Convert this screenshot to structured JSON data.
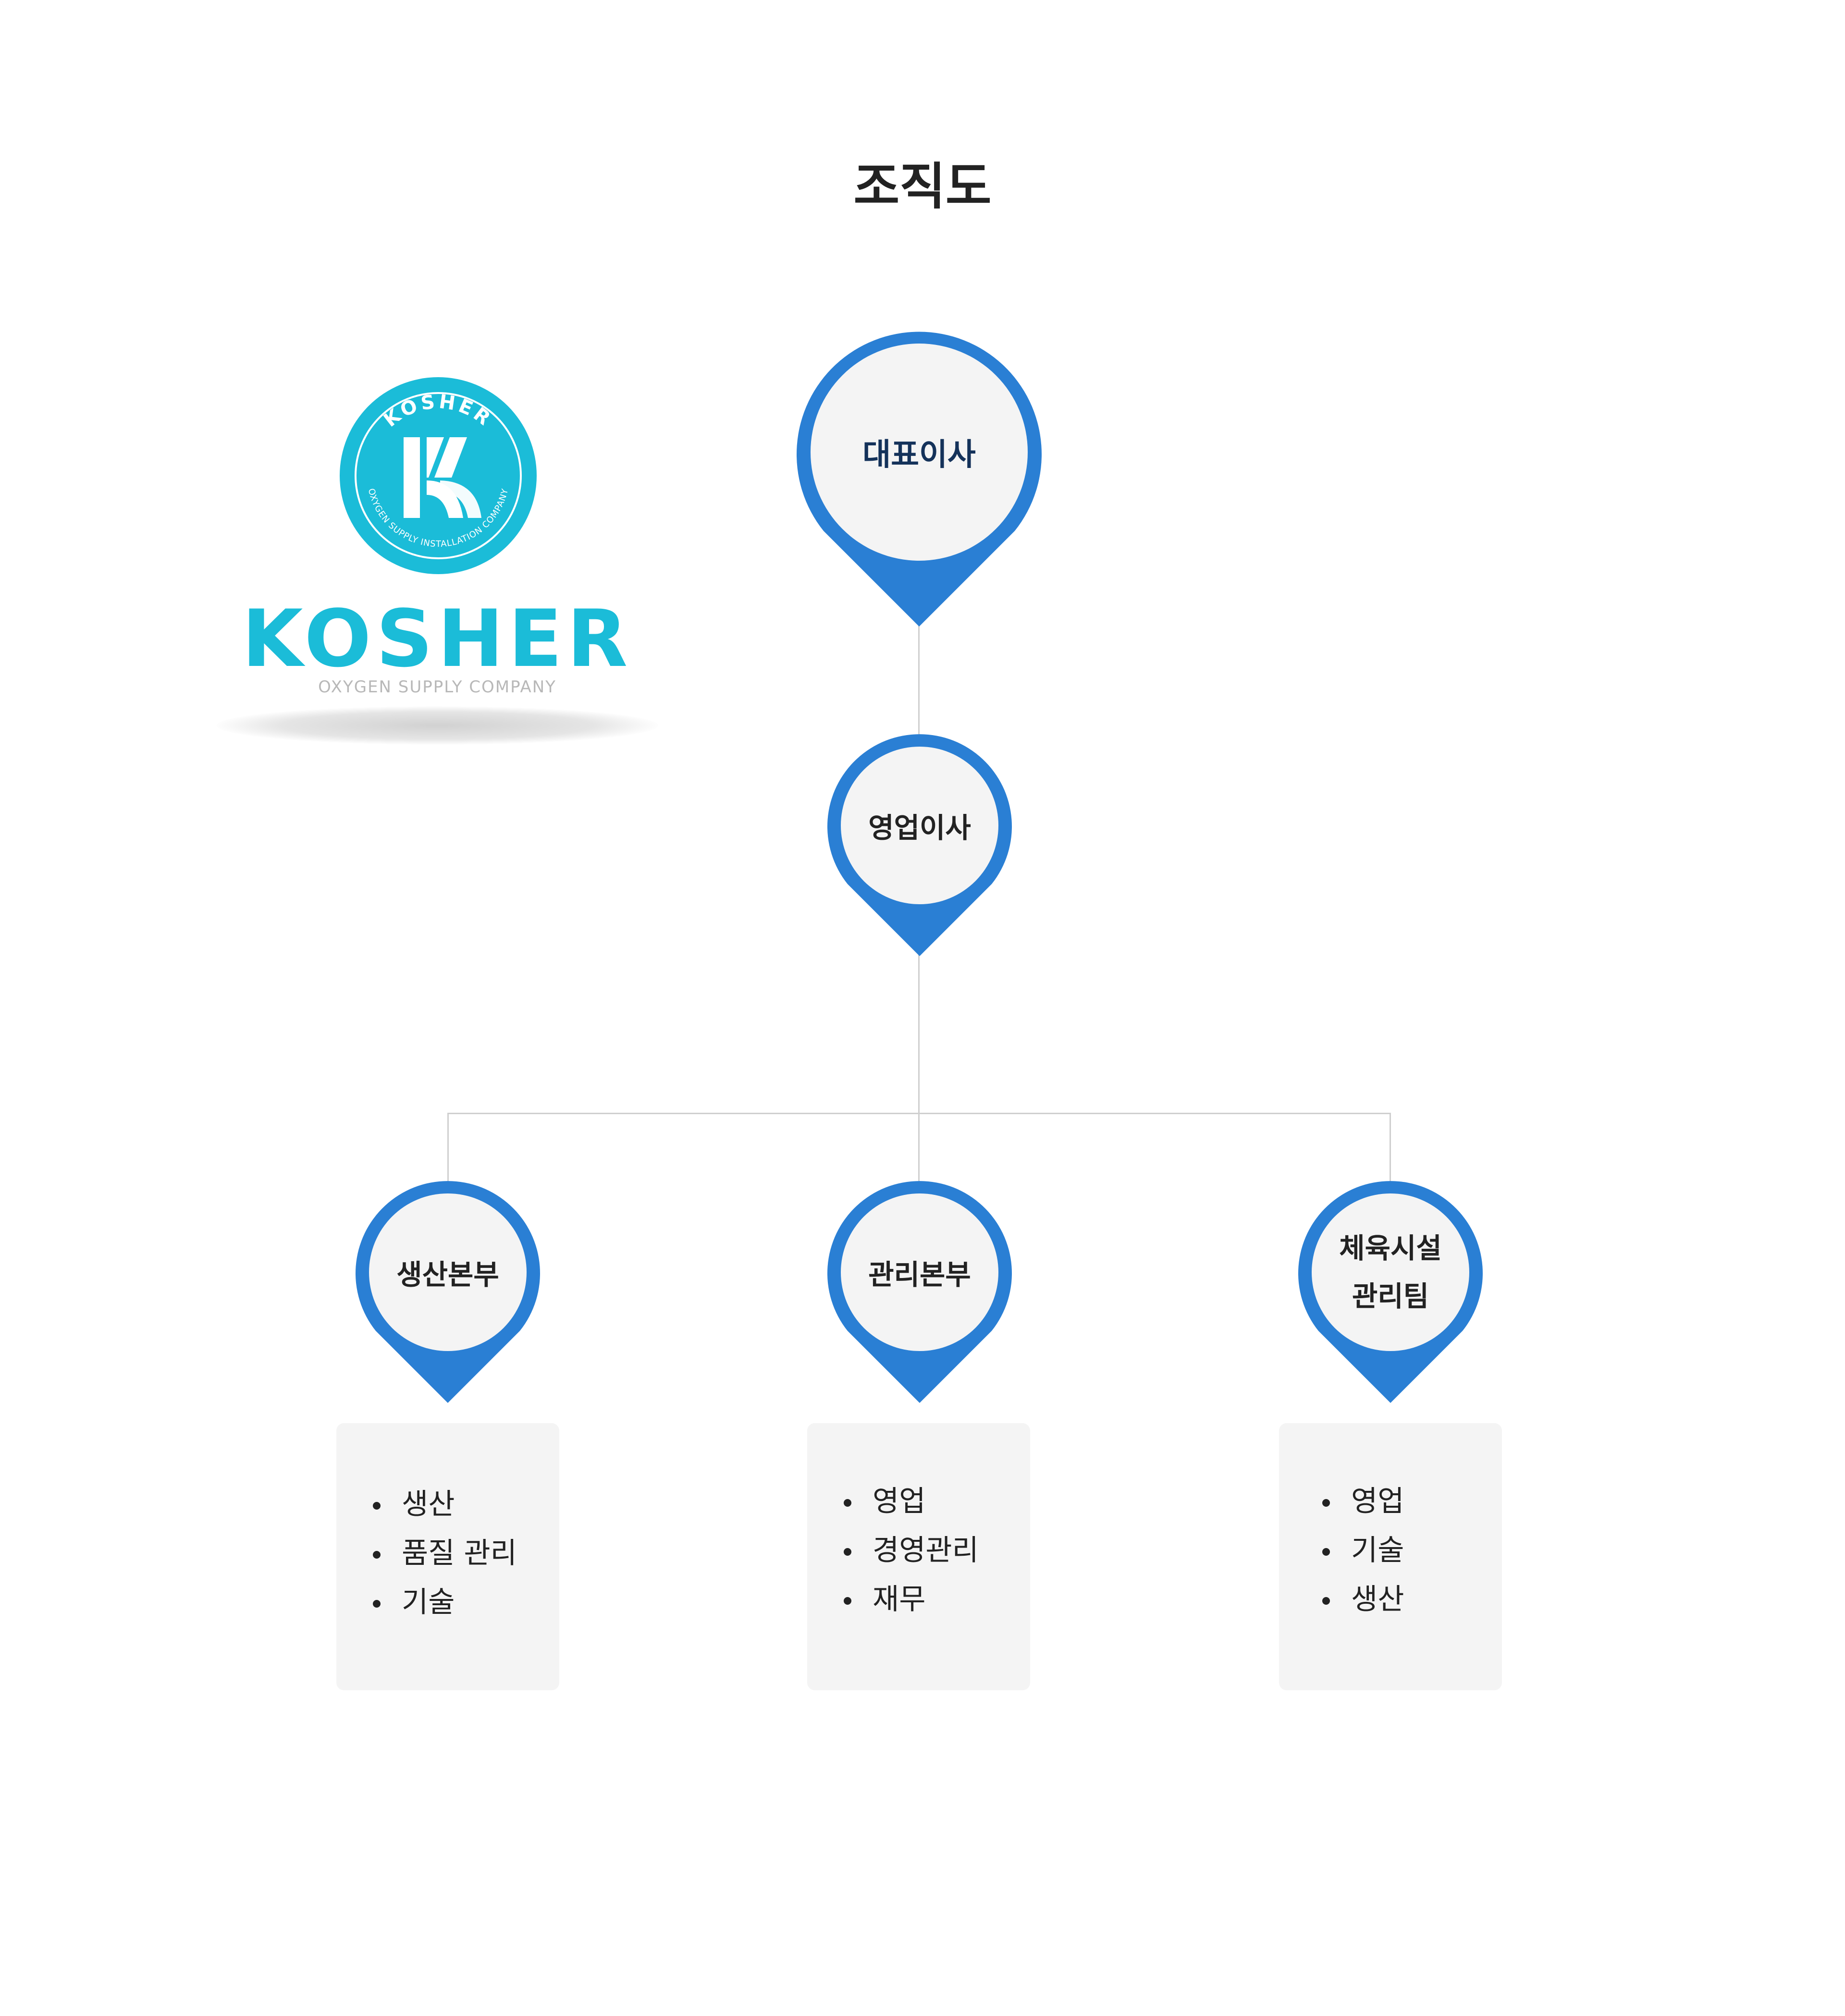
{
  "title": "조직도",
  "colors": {
    "pin_blue": "#2a7fd4",
    "pin_fill": "#f4f4f4",
    "connector": "#cfcfcf",
    "brand": "#1bbcd8"
  },
  "logo": {
    "seal_text": "KOSHER",
    "seal_ring_text": "OXYGEN SUPPLY INSTALLATION COMPANY",
    "name": "KOSHER",
    "tagline": "OXYGEN SUPPLY COMPANY"
  },
  "nodes": {
    "ceo": {
      "label": "대표이사"
    },
    "sales_director": {
      "label": "영업이사"
    },
    "production": {
      "label": "생산본부",
      "items": [
        "생산",
        "품질 관리",
        "기술"
      ]
    },
    "management": {
      "label": "관리본부",
      "items": [
        "영업",
        "경영관리",
        "재무"
      ]
    },
    "sports": {
      "label_line1": "체육시설",
      "label_line2": "관리팀",
      "items": [
        "영업",
        "기술",
        "생산"
      ]
    }
  }
}
